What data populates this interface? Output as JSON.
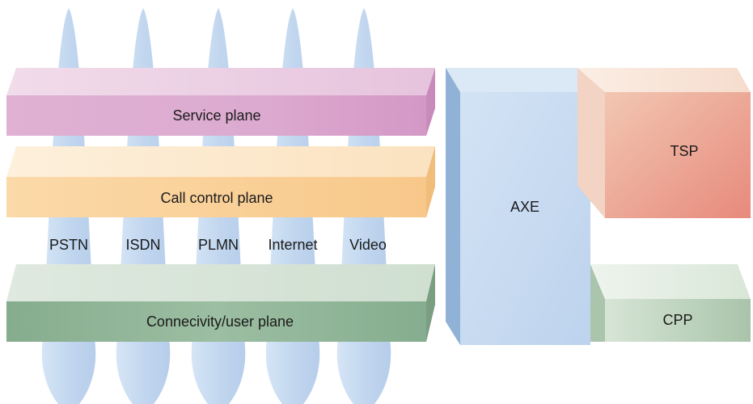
{
  "planes": {
    "service": "Service plane",
    "call_control": "Call control plane",
    "connectivity": "Connecivity/user plane"
  },
  "networks": [
    "PSTN",
    "ISDN",
    "PLMN",
    "Internet",
    "Video"
  ],
  "nodes": {
    "axe": "AXE",
    "tsp": "TSP",
    "cpp": "CPP"
  },
  "colors": {
    "column": "#c9dcf1",
    "service": "#d69bc6",
    "call_control": "#f9cc8f",
    "connectivity": "#8fb597",
    "axe": "#c3d7ef",
    "tsp": "#e5837a",
    "cpp": "#bcd2bd"
  }
}
